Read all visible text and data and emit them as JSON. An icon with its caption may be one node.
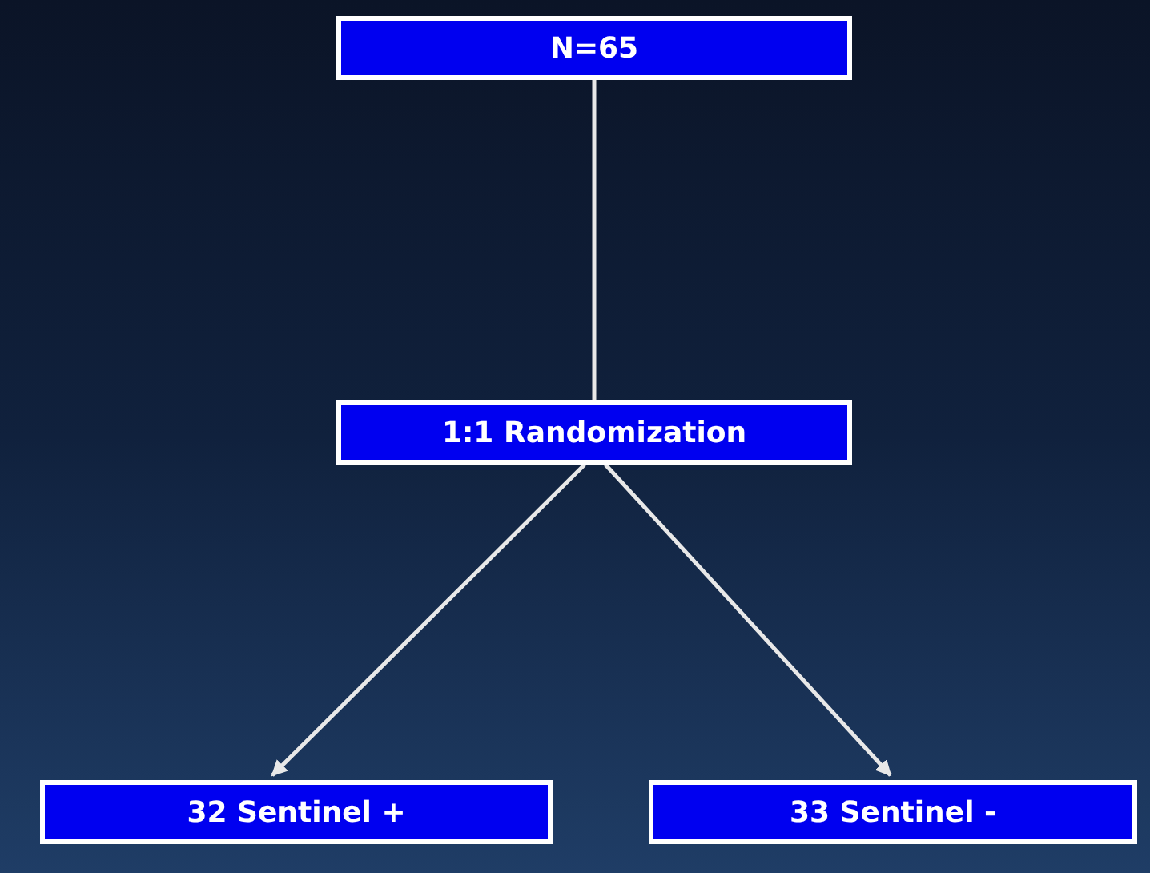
{
  "diagram": {
    "nodes": [
      {
        "text": [
          "N=65"
        ]
      },
      {
        "text": [
          "1:1 Randomization"
        ]
      },
      {
        "text": [
          "32 Sentinel +"
        ]
      },
      {
        "text": [
          "33 Sentinel -"
        ]
      }
    ],
    "edges": [
      {
        "from": 0,
        "to": 1,
        "arrow": "none"
      },
      {
        "from": 1,
        "to": 2,
        "arrow": "to"
      },
      {
        "from": 1,
        "to": 3,
        "arrow": "to"
      }
    ]
  }
}
